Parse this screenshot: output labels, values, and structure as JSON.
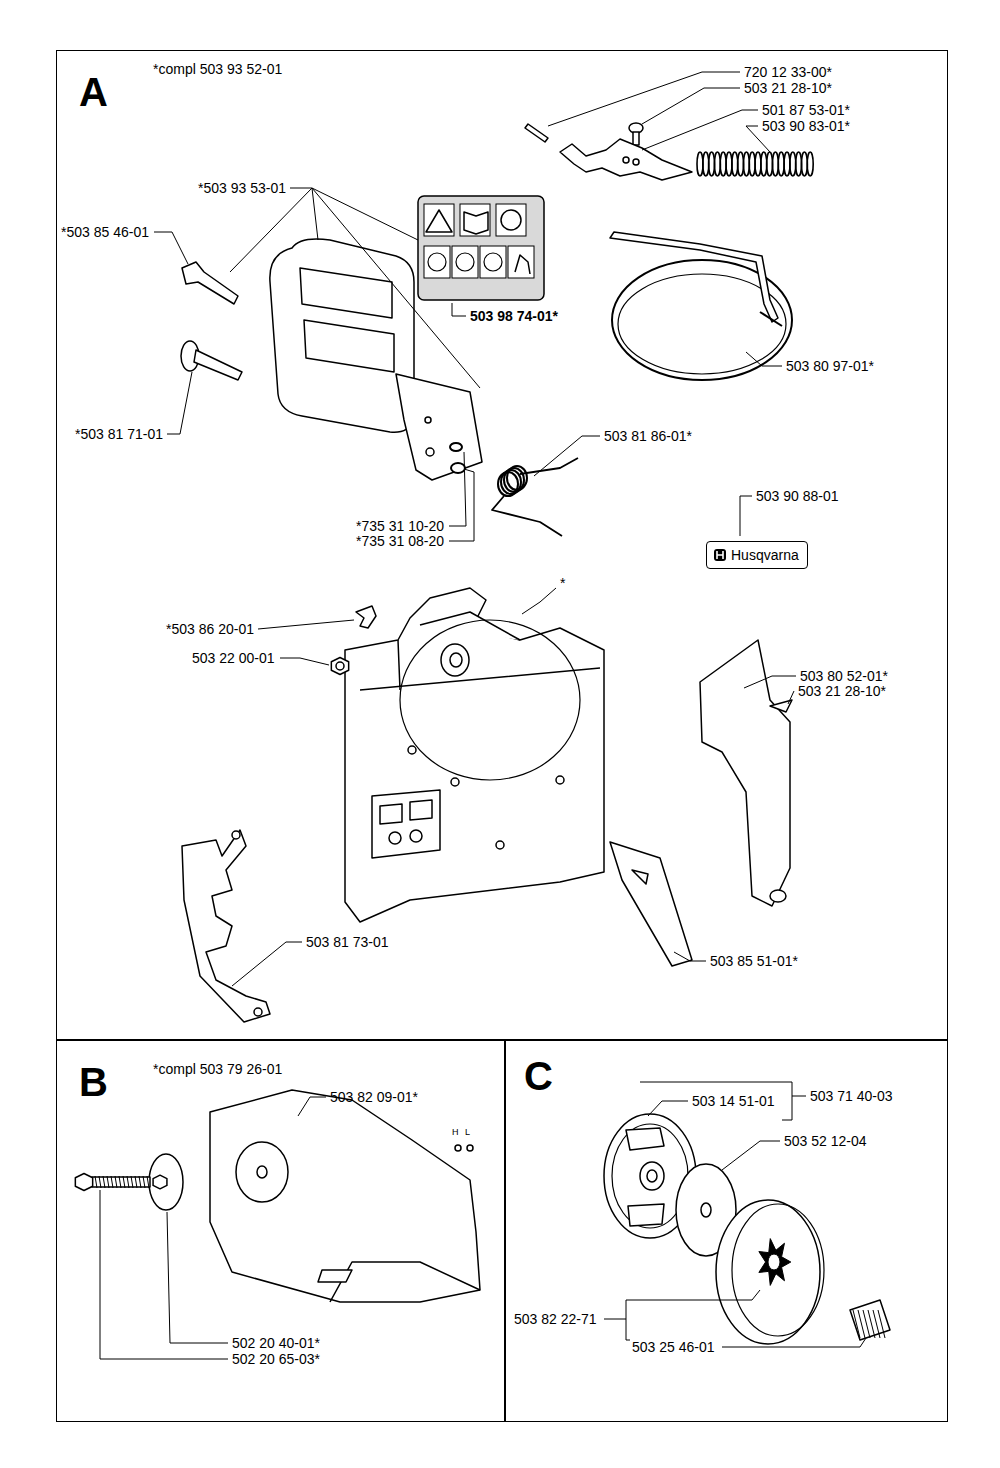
{
  "diagram": {
    "nodes": [
      {
        "text": [
          "A",
          "*compl 503 93 52-01"
        ]
      },
      {
        "text": [
          "B",
          "*compl 503 79 26-01"
        ]
      },
      {
        "text": [
          "C"
        ]
      },
      {
        "text": [
          "Husqvarna"
        ],
        "in": 0
      }
    ],
    "labels": [
      "720 12 33-00*",
      "503 21 28-10*",
      "501 87 53-01*",
      "503 90 83-01*",
      "*503 93 53-01",
      "*503 85 46-01",
      "503 98 74-01*",
      "503 80 97-01*",
      "*503 81 71-01",
      "503 81 86-01*",
      "*735 31 10-20",
      "*735 31 08-20",
      "503 90 88-01",
      "*",
      "*503 86 20-01",
      "503 22 00-01",
      "503 80 52-01*",
      "503 21 28-10*",
      "503 81 73-01",
      "503 85 51-01*",
      "503 82 09-01*",
      "H",
      "L",
      "502 20 40-01*",
      "502 20 65-03*",
      "503 14 51-01",
      "503 71 40-03",
      "503 52 12-04",
      "503 82 22-71",
      "503 25 46-01"
    ]
  }
}
